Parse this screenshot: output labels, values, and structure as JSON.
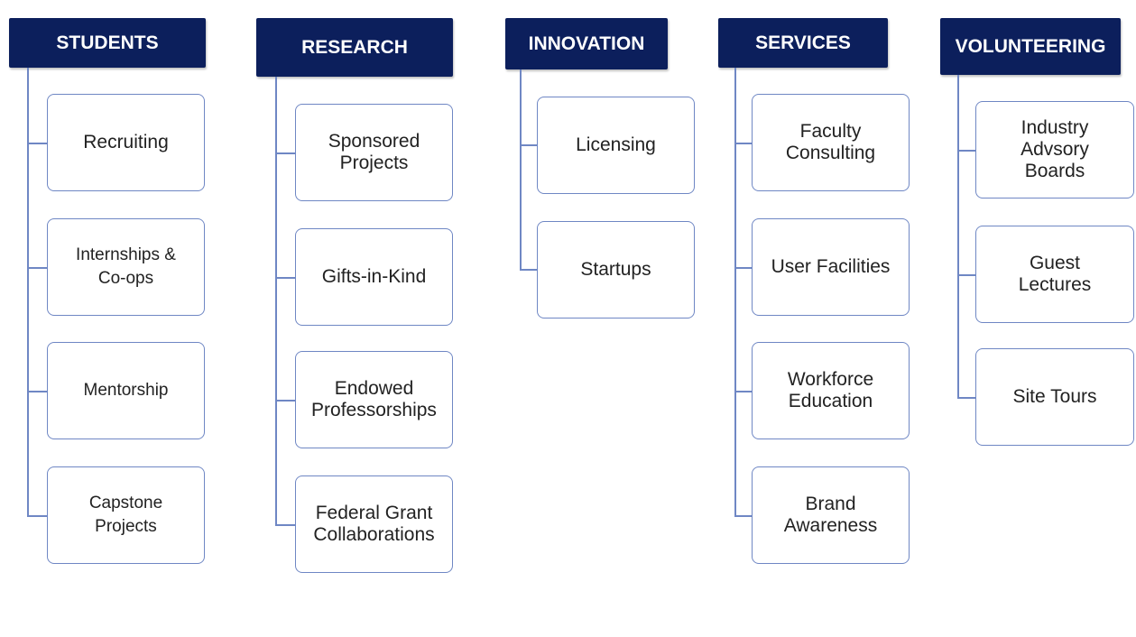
{
  "diagram": {
    "columns": [
      {
        "key": "students",
        "title": "STUDENTS",
        "items": [
          "Recruiting",
          "Internships &\nCo-ops",
          "Mentorship",
          "Capstone\nProjects"
        ]
      },
      {
        "key": "research",
        "title": "RESEARCH",
        "items": [
          "Sponsored\nProjects",
          "Gifts-in-Kind",
          "Endowed\nProfessorships",
          "Federal Grant\nCollaborations"
        ]
      },
      {
        "key": "innovation",
        "title": "INNOVATION",
        "items": [
          "Licensing",
          "Startups"
        ]
      },
      {
        "key": "services",
        "title": "SERVICES",
        "items": [
          "Faculty\nConsulting",
          "User Facilities",
          "Workforce\nEducation",
          "Brand\nAwareness"
        ]
      },
      {
        "key": "volunteering",
        "title": "VOLUNTEERING",
        "items": [
          "Industry\nAdvsory\nBoards",
          "Guest\nLectures",
          "Site Tours"
        ]
      }
    ]
  },
  "colors": {
    "header_bg": "#0c1f5c",
    "header_text": "#ffffff",
    "connector": "#6f87c4",
    "box_border": "#6f87c4",
    "box_text": "#222222"
  }
}
